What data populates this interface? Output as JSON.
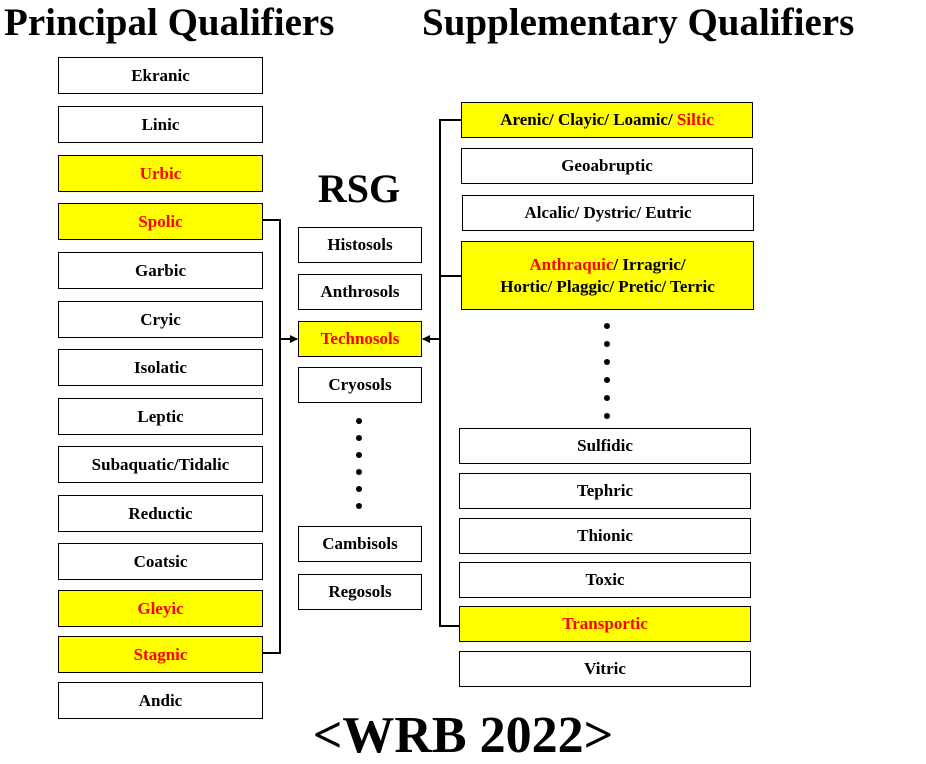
{
  "headings": {
    "principal": "Principal Qualifiers",
    "supplementary": "Supplementary Qualifiers",
    "rsg": "RSG",
    "footer": "<WRB 2022>"
  },
  "colors": {
    "highlight": "#ffff00",
    "emphasis": "#ff0000",
    "line": "#000000"
  },
  "principal_qualifiers": [
    {
      "label": "Ekranic",
      "highlighted": false,
      "emphasis": false
    },
    {
      "label": "Linic",
      "highlighted": false,
      "emphasis": false
    },
    {
      "label": "Urbic",
      "highlighted": true,
      "emphasis": true
    },
    {
      "label": "Spolic",
      "highlighted": true,
      "emphasis": true
    },
    {
      "label": "Garbic",
      "highlighted": false,
      "emphasis": false
    },
    {
      "label": "Cryic",
      "highlighted": false,
      "emphasis": false
    },
    {
      "label": "Isolatic",
      "highlighted": false,
      "emphasis": false
    },
    {
      "label": "Leptic",
      "highlighted": false,
      "emphasis": false
    },
    {
      "label": "Subaquatic/Tidalic",
      "highlighted": false,
      "emphasis": false
    },
    {
      "label": "Reductic",
      "highlighted": false,
      "emphasis": false
    },
    {
      "label": "Coatsic",
      "highlighted": false,
      "emphasis": false
    },
    {
      "label": "Gleyic",
      "highlighted": true,
      "emphasis": true
    },
    {
      "label": "Stagnic",
      "highlighted": true,
      "emphasis": true
    },
    {
      "label": "Andic",
      "highlighted": false,
      "emphasis": false
    }
  ],
  "rsg": [
    {
      "label": "Histosols",
      "highlighted": false,
      "emphasis": false
    },
    {
      "label": "Anthrosols",
      "highlighted": false,
      "emphasis": false
    },
    {
      "label": "Technosols",
      "highlighted": true,
      "emphasis": true
    },
    {
      "label": "Cryosols",
      "highlighted": false,
      "emphasis": false
    },
    {
      "label": "Cambisols",
      "highlighted": false,
      "emphasis": false
    },
    {
      "label": "Regosols",
      "highlighted": false,
      "emphasis": false
    }
  ],
  "supplementary_qualifiers": {
    "top": [
      {
        "highlighted": true,
        "lines": [
          [
            {
              "text": "Arenic/ Clayic/ Loamic/ ",
              "emphasis": false
            },
            {
              "text": "Siltic",
              "emphasis": true
            }
          ]
        ]
      },
      {
        "highlighted": false,
        "lines": [
          [
            {
              "text": "Geoabruptic",
              "emphasis": false
            }
          ]
        ]
      },
      {
        "highlighted": false,
        "lines": [
          [
            {
              "text": "Alcalic/ Dystric/ Eutric",
              "emphasis": false
            }
          ]
        ]
      },
      {
        "highlighted": true,
        "lines": [
          [
            {
              "text": "Anthraquic",
              "emphasis": true
            },
            {
              "text": "/ Irragric/",
              "emphasis": false
            }
          ],
          [
            {
              "text": "Hortic/ Plaggic/ Pretic/ Terric",
              "emphasis": false
            }
          ]
        ]
      }
    ],
    "bottom": [
      {
        "label": "Sulfidic",
        "highlighted": false,
        "emphasis": false
      },
      {
        "label": "Tephric",
        "highlighted": false,
        "emphasis": false
      },
      {
        "label": "Thionic",
        "highlighted": false,
        "emphasis": false
      },
      {
        "label": "Toxic",
        "highlighted": false,
        "emphasis": false
      },
      {
        "label": "Transportic",
        "highlighted": true,
        "emphasis": true
      },
      {
        "label": "Vitric",
        "highlighted": false,
        "emphasis": false
      }
    ]
  }
}
